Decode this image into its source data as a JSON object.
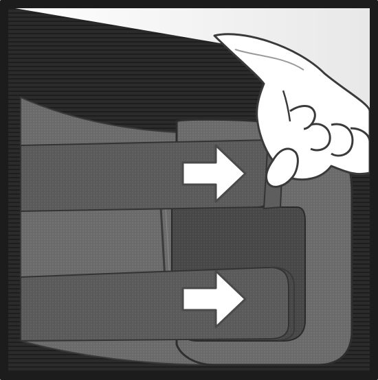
{
  "illustration": {
    "subject": "back-brace-fastening-instructions",
    "colors": {
      "frame": "#1c1c1c",
      "shirt": "#2a2a2a",
      "brace_body": "#6e6e6e",
      "brace_panel": "#4a4a4a",
      "strap": "#5c5c5c",
      "strap_edge": "#3a3a3a",
      "hand": "#ffffff",
      "arrow_fill": "#ffffff",
      "arrow_stroke": "#444444"
    },
    "arrows": [
      {
        "direction": "right",
        "meaning": "pull-strap-right"
      },
      {
        "direction": "right",
        "meaning": "pull-strap-right"
      }
    ]
  }
}
